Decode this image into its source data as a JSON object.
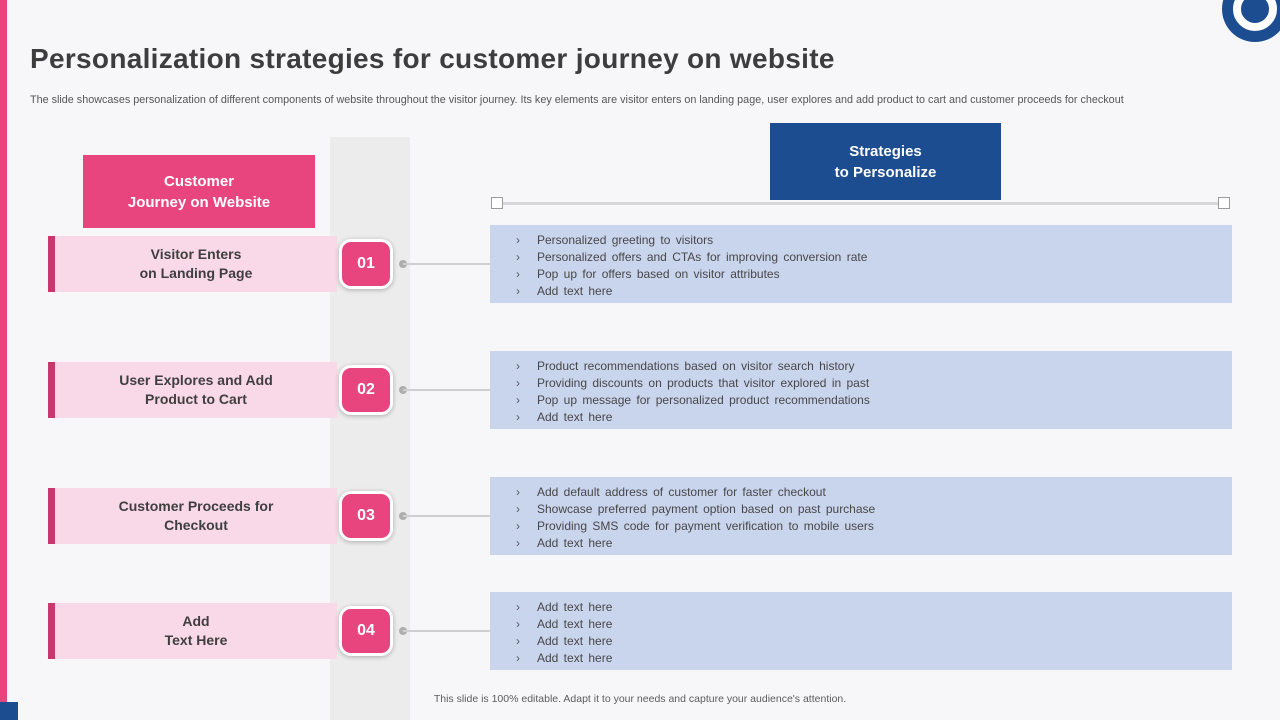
{
  "slide": {
    "title": "Personalization strategies for customer journey on website",
    "description": "The slide showcases personalization of different components of website throughout the visitor journey. Its key elements are visitor enters on landing page, user explores and add product to cart and customer proceeds for checkout",
    "footer": "This slide is 100% editable. Adapt it to your needs and capture your audience's attention."
  },
  "headers": {
    "journey": "Customer\nJourney on Website",
    "strategies": "Strategies\nto Personalize"
  },
  "ui": {
    "bullet_marker": "›"
  },
  "steps": [
    {
      "number": "01",
      "label": "Visitor Enters\non Landing Page",
      "bullets": [
        "Personalized greeting to visitors",
        "Personalized offers and CTAs for improving conversion rate",
        "Pop up for offers based on visitor attributes",
        "Add text here"
      ]
    },
    {
      "number": "02",
      "label": "User Explores and Add\nProduct to Cart",
      "bullets": [
        "Product recommendations based on visitor search history",
        "Providing discounts on products that visitor explored in past",
        "Pop up message for personalized product recommendations",
        "Add text here"
      ]
    },
    {
      "number": "03",
      "label": "Customer Proceeds for\nCheckout",
      "bullets": [
        "Add default address of customer for faster checkout",
        "Showcase preferred payment option based on past purchase",
        "Providing SMS code for payment verification to mobile users",
        "Add text here"
      ]
    },
    {
      "number": "04",
      "label": "Add\nText Here",
      "bullets": [
        "Add text here",
        "Add text here",
        "Add text here",
        "Add text here"
      ]
    }
  ],
  "colors": {
    "accent_pink": "#e8457f",
    "accent_pink_dark": "#ca376f",
    "light_pink": "#f9d8e8",
    "dark_blue": "#1c4d90",
    "light_blue": "#c9d4ed"
  }
}
